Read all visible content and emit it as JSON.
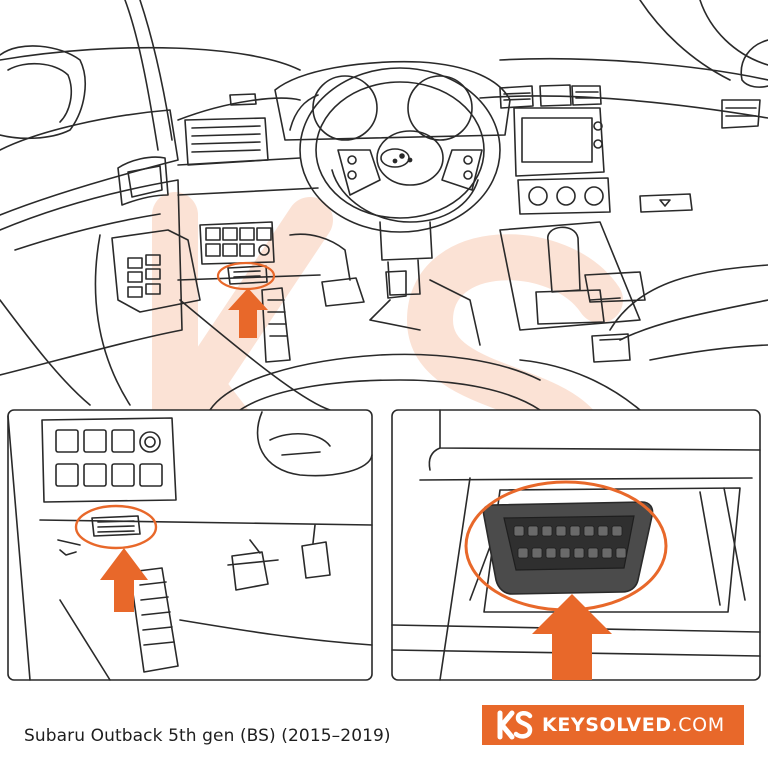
{
  "caption": {
    "vehicle": "Subaru Outback 5th gen (BS) (2015–2019)"
  },
  "brand": {
    "main": "KEYSOLVED",
    "tld": ".COM"
  },
  "colors": {
    "accent": "#e8682a",
    "line": "#2a2a2a",
    "watermark": "#fbe4d8",
    "text": "#1e1e1e"
  },
  "icons": {
    "watermark": "ks-watermark-logo",
    "logo": "ks-logo-icon",
    "steering_emblem": "subaru-emblem-icon",
    "pointer": "arrow-up-icon"
  }
}
